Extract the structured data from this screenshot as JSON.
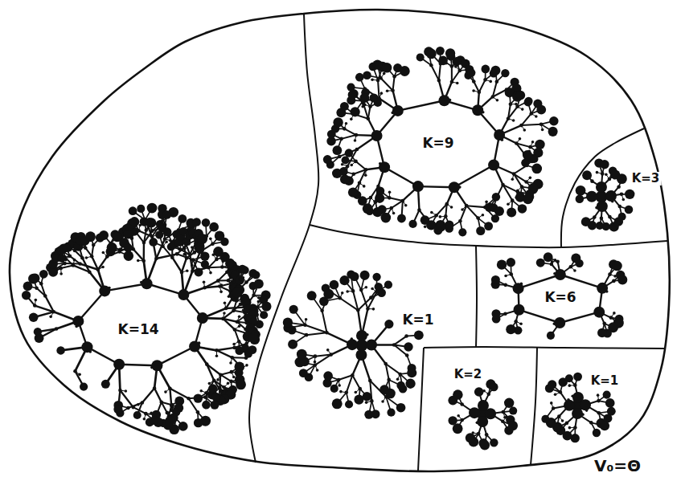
{
  "diagram": {
    "nodes": [
      {
        "text": [
          "V₀=Θ"
        ]
      },
      {
        "text": [
          "K=14"
        ],
        "in": 0
      },
      {
        "text": [
          "K=9"
        ],
        "in": 0
      },
      {
        "text": [
          "K=3"
        ],
        "in": 0
      },
      {
        "text": [
          "K=1"
        ],
        "in": 0
      },
      {
        "text": [
          "K=6"
        ],
        "in": 0
      },
      {
        "text": [
          "K=2"
        ],
        "in": 0
      },
      {
        "text": [
          "K=1"
        ],
        "in": 0
      }
    ]
  }
}
